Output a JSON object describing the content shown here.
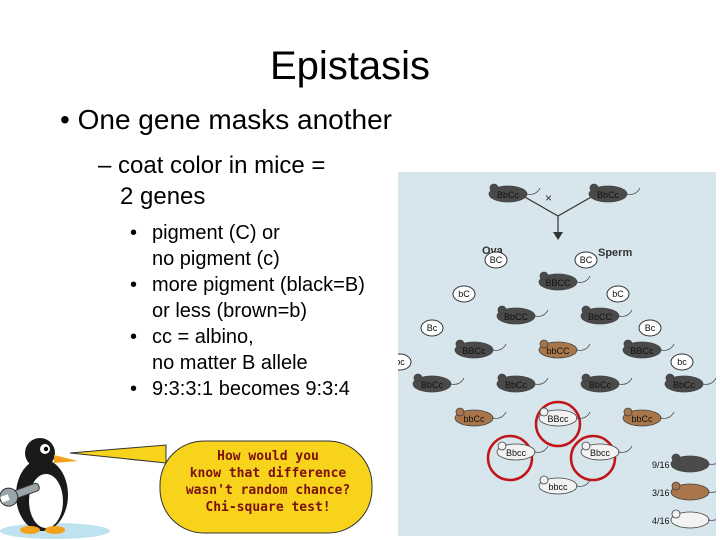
{
  "slide": {
    "title": "Epistasis",
    "bullet_1": "One gene masks another",
    "bullet_2_line1": "– coat color in mice =",
    "bullet_2_line2": "2 genes",
    "sub_bullets": [
      {
        "line1": "pigment (C) or",
        "line2": "no pigment (c)"
      },
      {
        "line1": "more pigment (black=B)",
        "line2": "or less (brown=b)"
      },
      {
        "line1": "cc = albino,",
        "line2": "no matter B allele"
      },
      {
        "line1": "9:3:3:1 becomes 9:3:4",
        "line2": ""
      }
    ],
    "callout": {
      "lines": [
        "How would you",
        "know that difference",
        "wasn't random chance?",
        "Chi-square test!"
      ]
    }
  },
  "figure": {
    "parents": [
      "BbCc",
      "BbCc"
    ],
    "cross_symbol": "×",
    "ova_label": "Ova",
    "sperm_label": "Sperm",
    "gametes_left": [
      "BC",
      "bC",
      "Bc",
      "bc"
    ],
    "gametes_right": [
      "BC",
      "bC",
      "Bc",
      "bc"
    ],
    "grid_rows": [
      [
        "BBCC"
      ],
      [
        "BbCC",
        "BbCC"
      ],
      [
        "BBCc",
        "bbCC",
        "BBCc"
      ],
      [
        "BbCc",
        "BbCc",
        "BbCc",
        "BbCc"
      ],
      [
        "bbCc",
        "BBcc",
        "bbCc"
      ],
      [
        "Bbcc",
        "Bbcc"
      ],
      [
        "bbcc"
      ]
    ],
    "ratio_labels": [
      "9/16",
      "3/16",
      "4/16"
    ],
    "colors": {
      "black": "#4a4a4a",
      "brown": "#a8764a",
      "albino": "#f2f2f2",
      "background": "#d7e6ec",
      "circle": "#c0161b"
    }
  }
}
